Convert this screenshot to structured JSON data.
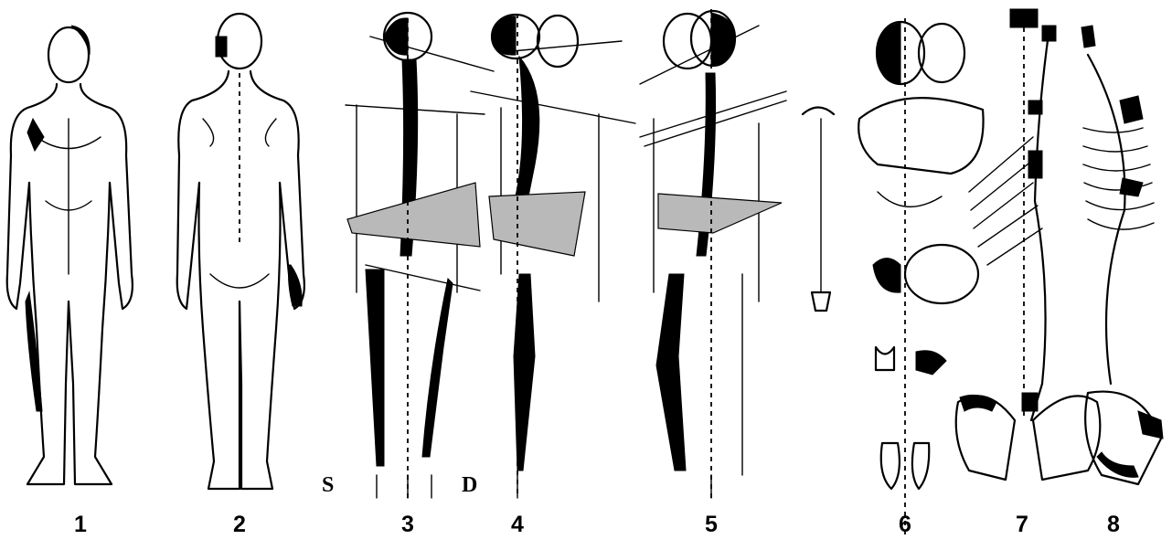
{
  "figures": [
    {
      "label": "1"
    },
    {
      "label": "2"
    },
    {
      "label": "3"
    },
    {
      "label": "4"
    },
    {
      "label": "5"
    },
    {
      "label": "6"
    },
    {
      "label": "7"
    },
    {
      "label": "8"
    }
  ],
  "side_labels": {
    "left": "S",
    "right": "D"
  },
  "colors": {
    "ink": "#000000",
    "shading": "#b9b9b9",
    "background": "#ffffff"
  }
}
